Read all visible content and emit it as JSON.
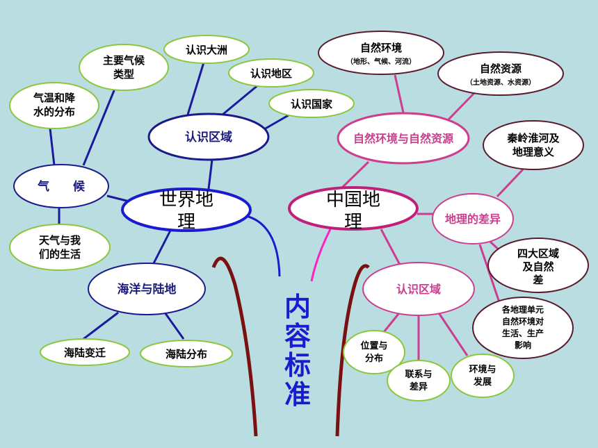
{
  "title": "内容标准",
  "world": {
    "center": "世界地理",
    "region": "认识区域",
    "region_children": [
      "认识大洲",
      "认识地区",
      "认识国家"
    ],
    "climate": "气　　候",
    "climate_children": [
      "主要气候类型",
      "气温和降水的分布",
      "天气与我们的生活"
    ],
    "ocean": "海洋与陆地",
    "ocean_children": [
      "海陆变迁",
      "海陆分布"
    ]
  },
  "china": {
    "center": "中国地理",
    "env": "自然环境与自然资源",
    "env_children": [
      {
        "label": "自然环境",
        "sub": "（地形、气候、河流）"
      },
      {
        "label": "自然资源",
        "sub": "（土地资源、水资源）"
      }
    ],
    "diff": "地理的差异",
    "diff_children": [
      "秦岭淮河及地理意义",
      "四大区域及自然差异",
      "各地理单元自然环境对生活、生产影响"
    ],
    "region": "认识区域",
    "region_children": [
      "位置与分布",
      "联系与差异",
      "环境与发展"
    ]
  },
  "colors": {
    "background": "#b9dde0",
    "world_stroke": "#1a1aa0",
    "china_stroke": "#cc3d8f",
    "green_stroke": "#8cc63f",
    "dark_stroke": "#5a1a2e",
    "title": "#1a1ad0",
    "arc": "#7a1010"
  }
}
